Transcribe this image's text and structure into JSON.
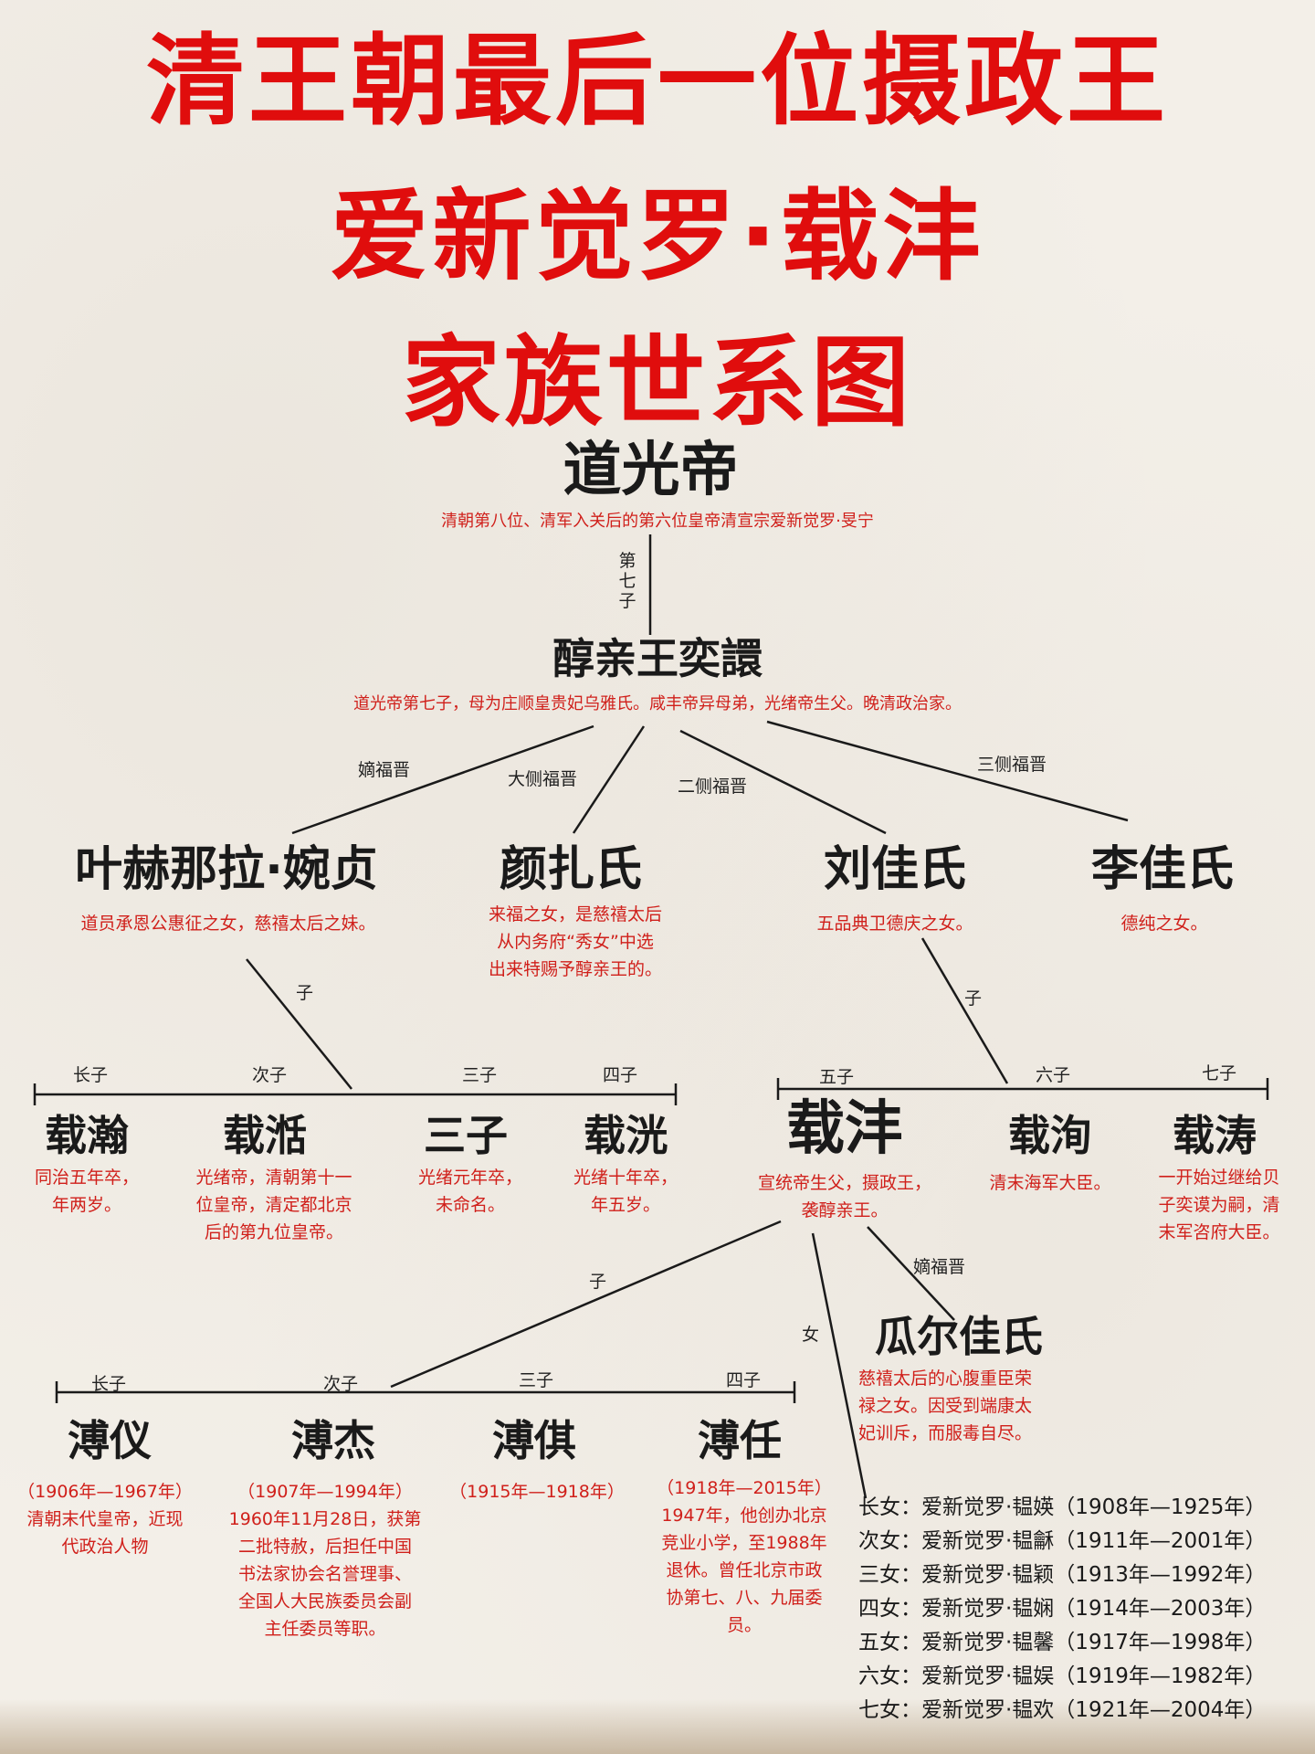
{
  "title": {
    "line1": "清王朝最后一位摄政王",
    "line2": "爱新觉罗·载沣",
    "line3": "家族世系图"
  },
  "root": {
    "name": "道光帝",
    "desc": "清朝第八位、清军入关后的第六位皇帝清宣宗爱新觉罗·旻宁"
  },
  "root_link_label": "第七子",
  "father": {
    "name": "醇亲王奕譞",
    "desc": "道光帝第七子，母为庄顺皇贵妃乌雅氏。咸丰帝异母弟，光绪帝生父。晚清政治家。"
  },
  "consort_links": [
    "嫡福晋",
    "大侧福晋",
    "二侧福晋",
    "三侧福晋"
  ],
  "consorts": [
    {
      "name": "叶赫那拉·婉贞",
      "desc": "道员承恩公惠征之女，慈禧太后之妹。"
    },
    {
      "name": "颜扎氏",
      "desc": "来福之女，是慈禧太后\n从内务府“秀女”中选\n出来特赐予醇亲王的。"
    },
    {
      "name": "刘佳氏",
      "desc": "五品典卫德庆之女。"
    },
    {
      "name": "李佳氏",
      "desc": "德纯之女。"
    }
  ],
  "son_link_label": "子",
  "sons_left": [
    {
      "rank": "长子",
      "name": "载瀚",
      "desc": "同治五年卒，\n年两岁。"
    },
    {
      "rank": "次子",
      "name": "载湉",
      "desc": "光绪帝，清朝第十一\n位皇帝，清定都北京\n后的第九位皇帝。"
    },
    {
      "rank": "三子",
      "name": "三子",
      "desc": "光绪元年卒，\n未命名。"
    },
    {
      "rank": "四子",
      "name": "载洸",
      "desc": "光绪十年卒，\n年五岁。"
    }
  ],
  "sons_right": [
    {
      "rank": "五子",
      "name": "载沣",
      "desc": "宣统帝生父，摄政王，\n袭醇亲王。"
    },
    {
      "rank": "六子",
      "name": "载洵",
      "desc": "清末海军大臣。"
    },
    {
      "rank": "七子",
      "name": "载涛",
      "desc": "一开始过继给贝\n子奕谟为嗣，清\n末军咨府大臣。"
    }
  ],
  "wife_link_label": "嫡福晋",
  "wife": {
    "name": "瓜尔佳氏",
    "desc": "慈禧太后的心腹重臣荣\n禄之女。因受到端康太\n妃训斥，而服毒自尽。"
  },
  "grand_son_label": "子",
  "grand_daughter_label": "女",
  "grandsons": [
    {
      "rank": "长子",
      "name": "溥仪",
      "desc": "（1906年—1967年）\n清朝末代皇帝，近现\n代政治人物"
    },
    {
      "rank": "次子",
      "name": "溥杰",
      "desc": "（1907年—1994年）\n1960年11月28日，获第\n二批特赦，后担任中国\n书法家协会名誉理事、\n全国人大民族委员会副\n主任委员等职。"
    },
    {
      "rank": "三子",
      "name": "溥倛",
      "desc": "（1915年—1918年）"
    },
    {
      "rank": "四子",
      "name": "溥任",
      "desc": "（1918年—2015年）\n1947年，他创办北京\n竞业小学，至1988年\n退休。曾任北京市政\n协第七、八、九届委\n员。"
    }
  ],
  "daughters": [
    "长女：爱新觉罗·韫媖（1908年—1925年）",
    "次女：爱新觉罗·韫龢（1911年—2001年）",
    "三女：爱新觉罗·韫颖（1913年—1992年）",
    "四女：爱新觉罗·韫娴（1914年—2003年）",
    "五女：爱新觉罗·韫馨（1917年—1998年）",
    "六女：爱新觉罗·韫娱（1919年—1982年）",
    "七女：爱新觉罗·韫欢（1921年—2004年）"
  ],
  "colors": {
    "title": "#e00d0d",
    "desc": "#d0201b",
    "line": "#1a1a1a",
    "background": "#f3efe8"
  }
}
